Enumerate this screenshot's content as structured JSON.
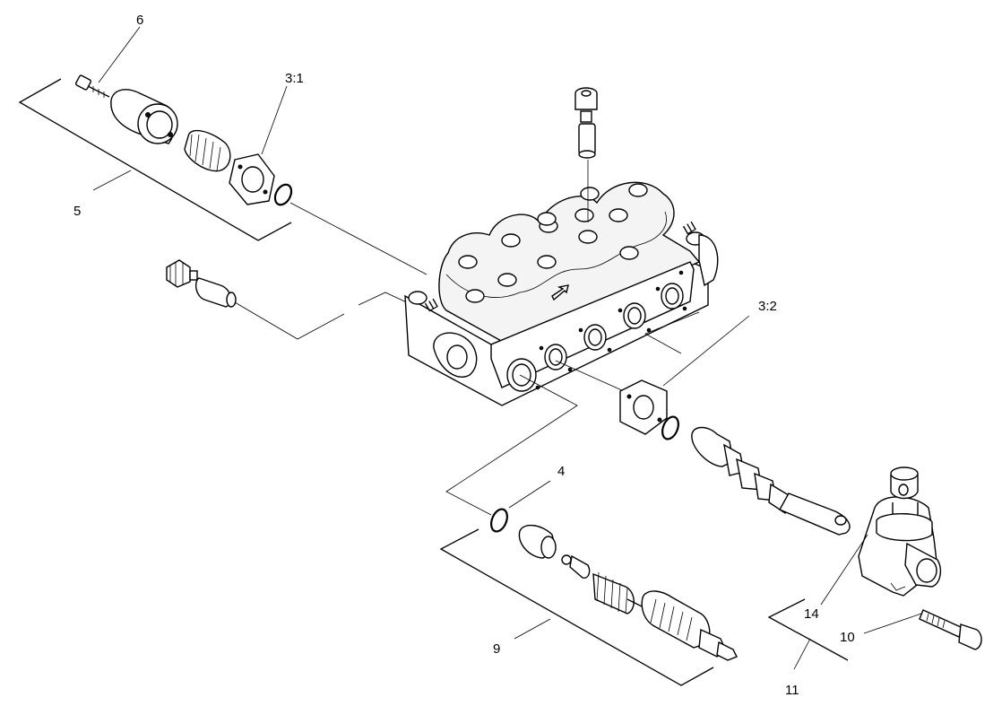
{
  "diagram": {
    "type": "exploded-parts-view",
    "callouts": {
      "c6": "6",
      "c3_1": "3:1",
      "c5": "5",
      "c3_2": "3:2",
      "c4": "4",
      "c9": "9",
      "c14": "14",
      "c10": "10",
      "c11": "11"
    }
  }
}
